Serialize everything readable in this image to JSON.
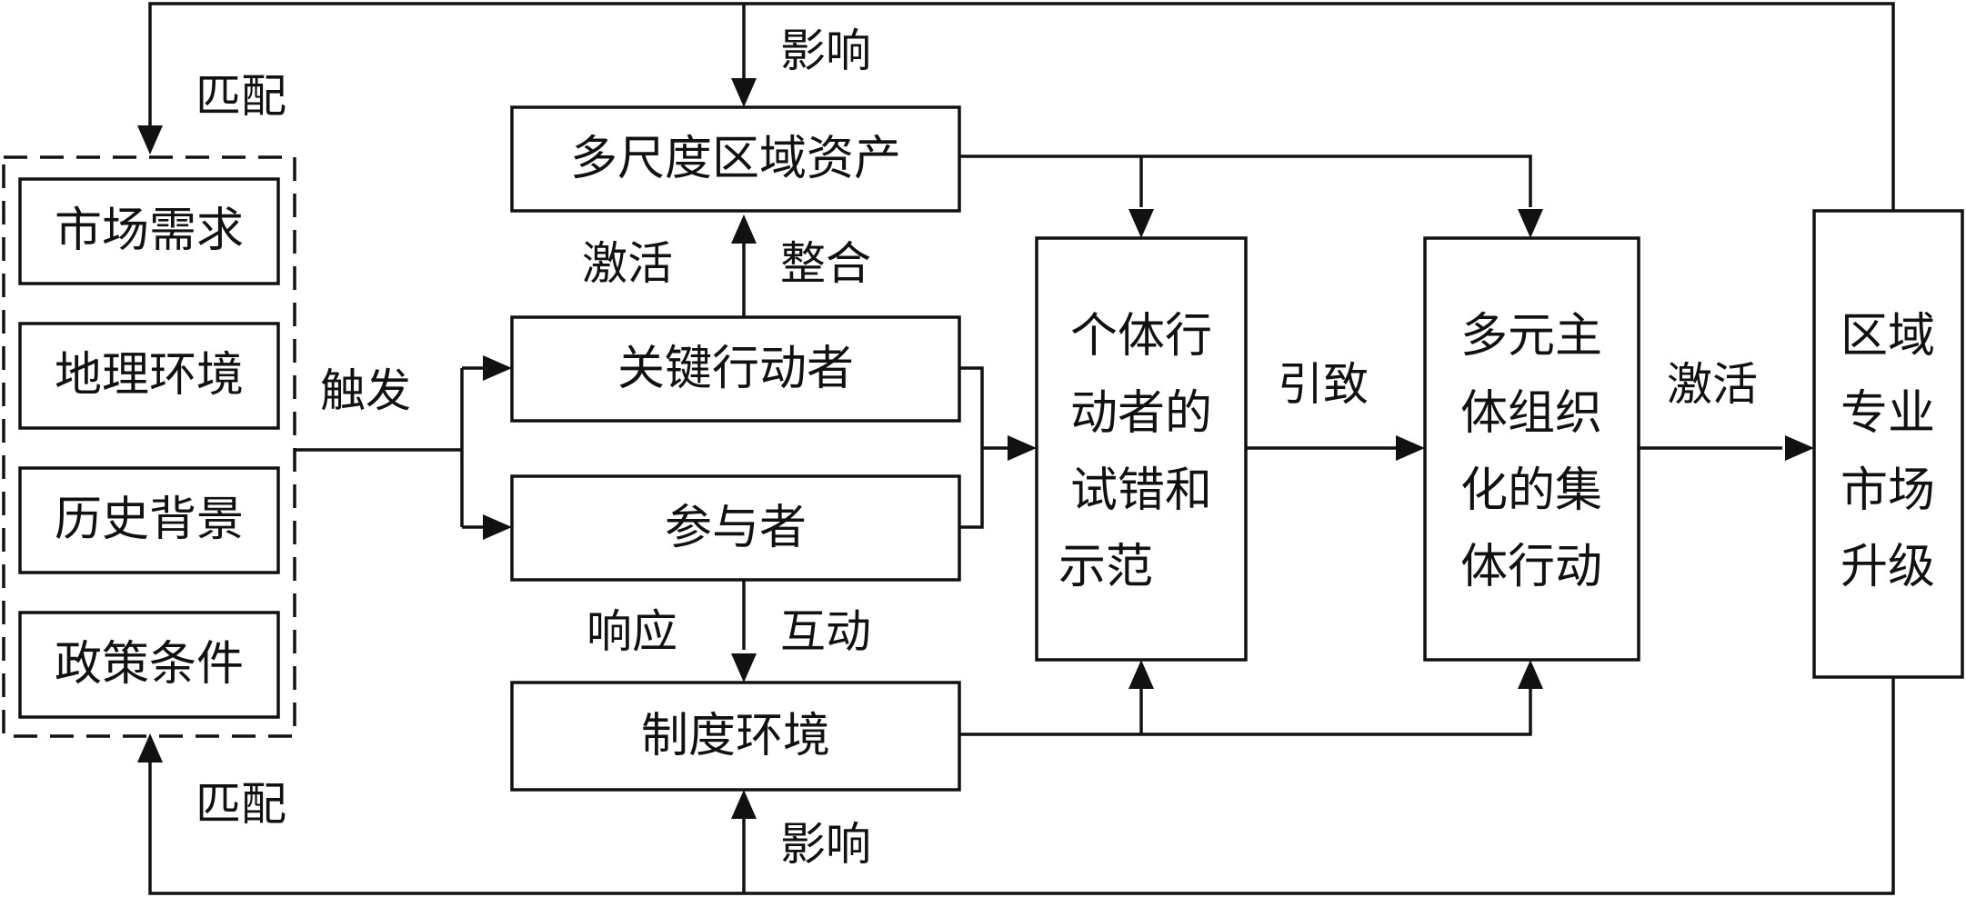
{
  "factors": {
    "market_demand": "市场需求",
    "geography": "地理环境",
    "history": "历史背景",
    "policy": "政策条件"
  },
  "nodes": {
    "regional_assets": "多尺度区域资产",
    "key_actors": "关键行动者",
    "participants": "参与者",
    "institutional_env": "制度环境",
    "individual_trial": [
      "个体行",
      "动者的",
      "试错和",
      "示范"
    ],
    "collective_action": [
      "多元主",
      "体组织",
      "化的集",
      "体行动"
    ],
    "market_upgrade": [
      "区域",
      "专业",
      "市场",
      "升级"
    ]
  },
  "edge_labels": {
    "match_top": "匹配",
    "match_bottom": "匹配",
    "influence_top": "影响",
    "influence_bottom": "影响",
    "trigger": "触发",
    "activate_left": "激活",
    "integrate": "整合",
    "respond": "响应",
    "interact": "互动",
    "lead_to": "引致",
    "activate_right": "激活"
  }
}
